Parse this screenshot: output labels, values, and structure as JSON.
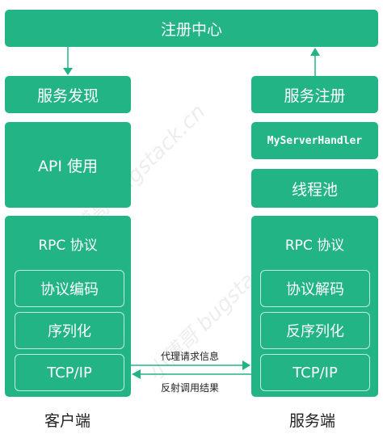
{
  "registry": "注册中心",
  "client": {
    "discovery": "服务发现",
    "api": "API 使用",
    "rpc": "RPC 协议",
    "encode": "协议编码",
    "serialize": "序列化",
    "tcp": "TCP/IP",
    "label": "客户端"
  },
  "server": {
    "register": "服务注册",
    "handler": "MyServerHandler",
    "pool": "线程池",
    "rpc": "RPC 协议",
    "decode": "协议解码",
    "deserialize": "反序列化",
    "tcp": "TCP/IP",
    "label": "服务端"
  },
  "arrows": {
    "request": "代理请求信息",
    "response": "反射调用结果"
  },
  "watermark": "小傅哥 bugstack.cn",
  "colors": {
    "box": "#22b485",
    "inner_border": "#bfeedd",
    "arrow": "#22b485"
  }
}
